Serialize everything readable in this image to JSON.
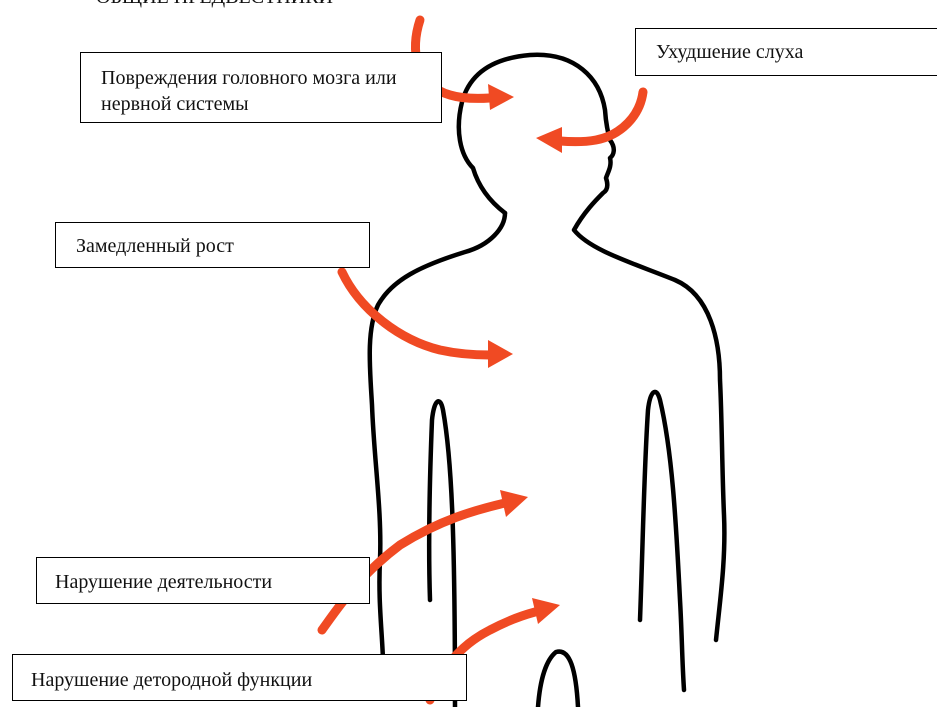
{
  "diagram": {
    "top_cut_text": "ОБЩИЕ ПРЕДВЕСТНИКИ",
    "labels": {
      "brain": "Повреждения головного мозга или нервной системы",
      "hearing": "Ухудшение слуха",
      "growth": "Замедленный рост",
      "activity": "Нарушение деятельности",
      "reproductive": "Нарушение детородной функции"
    },
    "colors": {
      "arrow": "#f04a23",
      "outline": "#000000"
    }
  }
}
